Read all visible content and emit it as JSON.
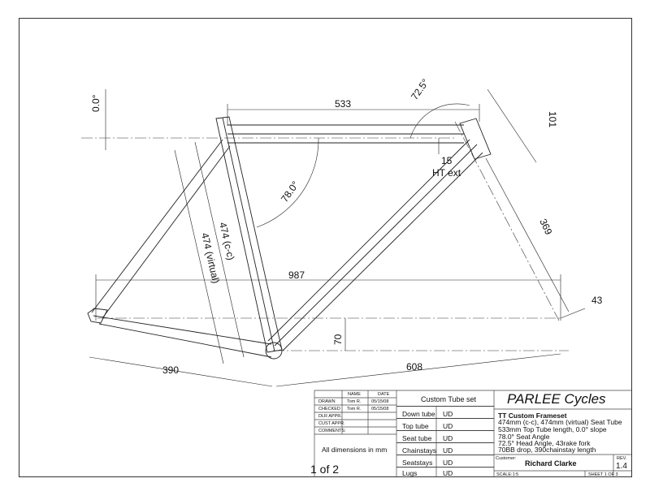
{
  "drawing": {
    "dim_top_tube": "533",
    "dim_head_angle": "72.5°",
    "dim_head_tube": "101",
    "dim_top_slope": "0.0°",
    "dim_seat_angle": "78.0°",
    "dim_ht_ext_value": "15",
    "dim_ht_ext_label": "HT ext",
    "dim_seat_cc": "474 (c-c)",
    "dim_seat_virtual": "474 (virtual)",
    "dim_fork": "369",
    "dim_wheelbase": "987",
    "dim_rake": "43",
    "dim_bb_drop": "70",
    "dim_chainstay": "390",
    "dim_front_center": "608"
  },
  "title_block": {
    "headers": {
      "name": "NAME",
      "date": "DATE"
    },
    "rows": [
      {
        "label": "DRAWN",
        "name": "Tom R.",
        "date": "05/15/08"
      },
      {
        "label": "CHECKED",
        "name": "Tom R.",
        "date": "05/15/08"
      },
      {
        "label": "DLR APPR.",
        "name": "",
        "date": ""
      },
      {
        "label": "CUST APPR.",
        "name": "",
        "date": ""
      }
    ],
    "comments_label": "COMMENTS:",
    "comments_text": "All dimensions in mm",
    "page": "1 of 2",
    "tube_set_title": "Custom Tube set",
    "tubes": [
      {
        "name": "Down tube",
        "value": "UD"
      },
      {
        "name": "Top tube",
        "value": "UD"
      },
      {
        "name": "Seat tube",
        "value": "UD"
      },
      {
        "name": "Chainstays",
        "value": "UD"
      },
      {
        "name": "Seatstays",
        "value": "UD"
      },
      {
        "name": "Lugs",
        "value": "UD"
      }
    ],
    "brand": "PARLEE Cycles",
    "spec_title": "TT Custom Frameset",
    "spec_lines": [
      "474mm (c-c), 474mm (virtual) Seat Tube",
      "533mm Top Tube length, 0.0° slope",
      "78.0° Seat Angle",
      "72.5° Head Angle, 43rake fork",
      "70BB drop, 390chainstay length"
    ],
    "customer_label": "Customer:",
    "customer": "Richard Clarke",
    "rev_label": "REV.",
    "rev": "1.4",
    "scale": "SCALE:1:5",
    "sheet": "SHEET 1 OF 3"
  }
}
